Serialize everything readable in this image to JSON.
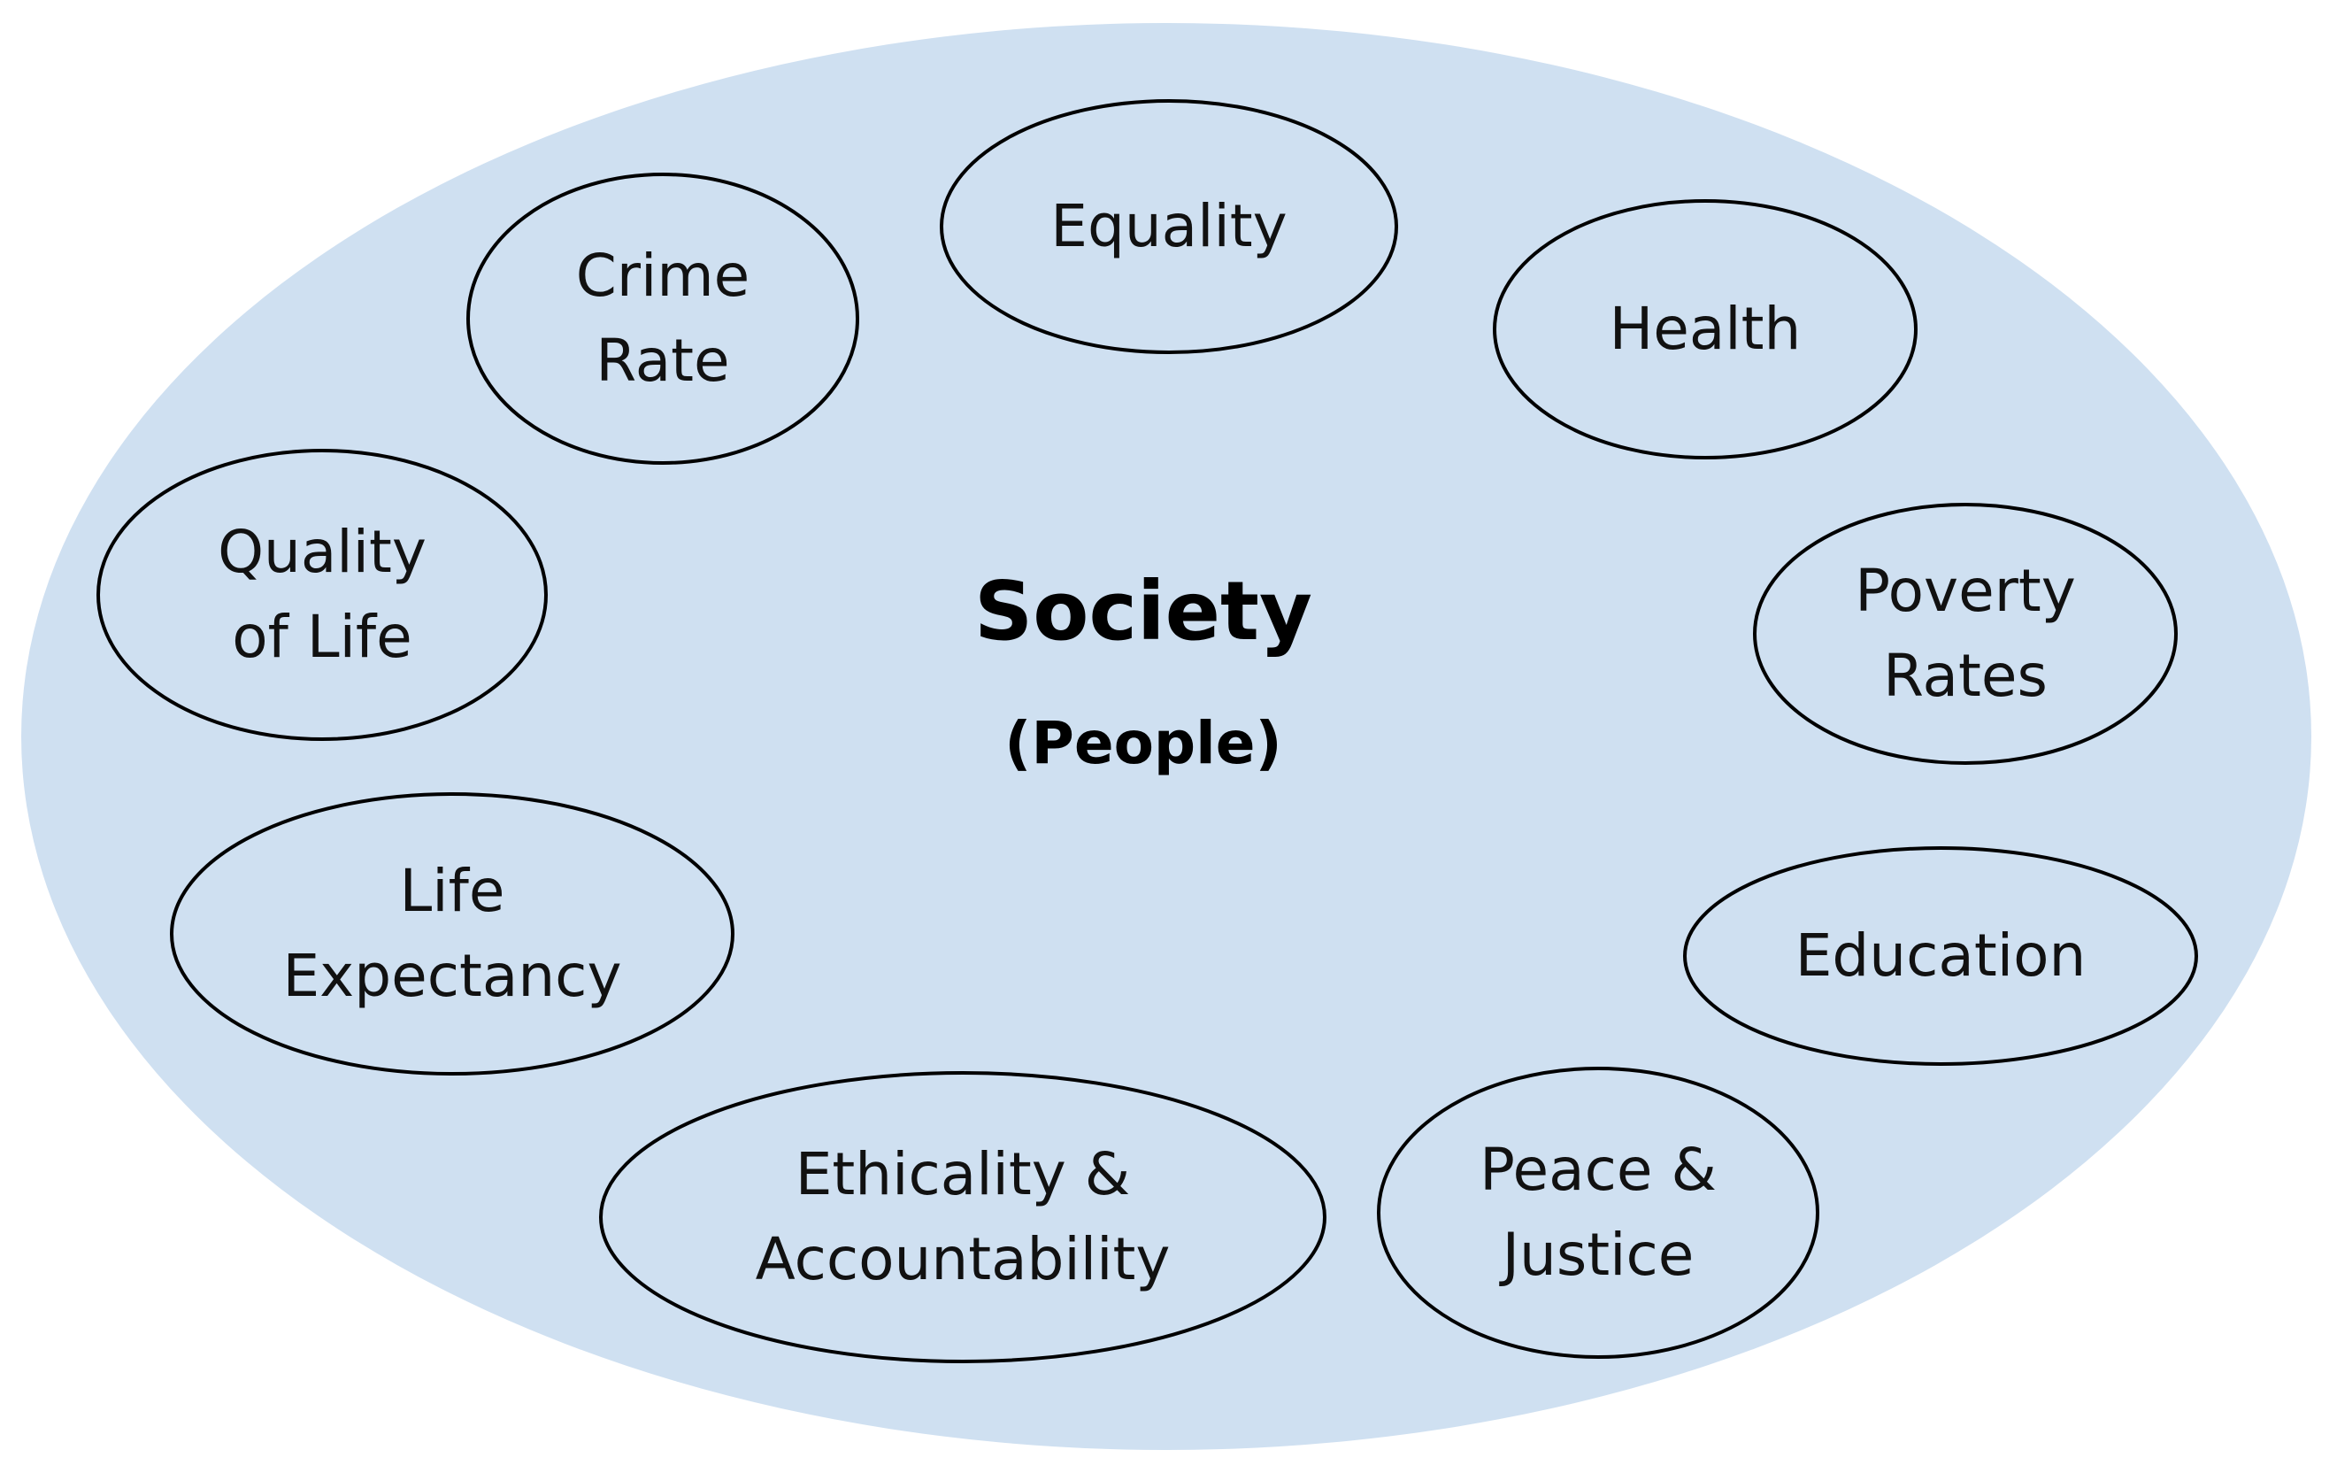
{
  "colors": {
    "outer_fill": "#cfe0f1",
    "oval_fill": "#cfe0f1",
    "stroke": "#000000",
    "text": "#000000"
  },
  "center": {
    "title": "Society",
    "subtitle": "(People)"
  },
  "nodes": [
    {
      "id": "equality",
      "lines": [
        "Equality"
      ]
    },
    {
      "id": "health",
      "lines": [
        "Health"
      ]
    },
    {
      "id": "poverty-rates",
      "lines": [
        "Poverty",
        "Rates"
      ]
    },
    {
      "id": "education",
      "lines": [
        "Education"
      ]
    },
    {
      "id": "peace-justice",
      "lines": [
        "Peace &",
        "Justice"
      ]
    },
    {
      "id": "ethicality-accountability",
      "lines": [
        "Ethicality &",
        "Accountability"
      ]
    },
    {
      "id": "life-expectancy",
      "lines": [
        "Life",
        "Expectancy"
      ]
    },
    {
      "id": "quality-of-life",
      "lines": [
        "Quality",
        "of Life"
      ]
    },
    {
      "id": "crime-rate",
      "lines": [
        "Crime",
        "Rate"
      ]
    }
  ]
}
